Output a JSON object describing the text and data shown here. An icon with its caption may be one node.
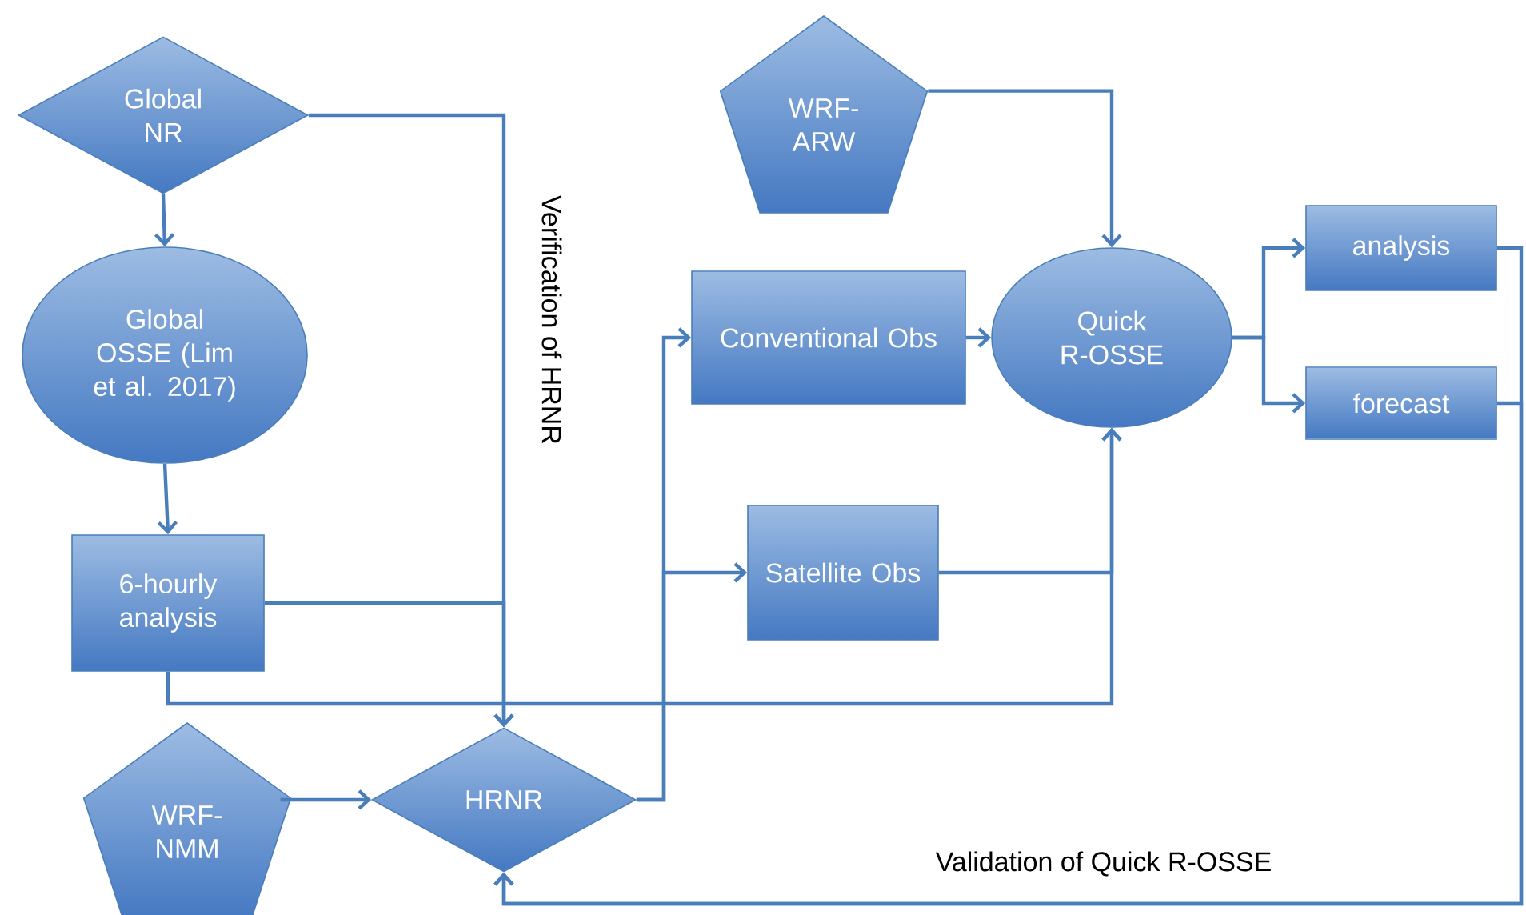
{
  "diagram": {
    "nodes": [
      {
        "text": [
          "Global NR"
        ]
      },
      {
        "text": [
          "Global OSSE (Lim et al. 2017)"
        ]
      },
      {
        "text": [
          "6-hourly analysis"
        ]
      },
      {
        "text": [
          "WRF-NMM"
        ]
      },
      {
        "text": [
          "HRNR"
        ]
      },
      {
        "text": [
          "WRF-ARW"
        ]
      },
      {
        "text": [
          "Conventional Obs"
        ]
      },
      {
        "text": [
          "Satellite Obs"
        ]
      },
      {
        "text": [
          "Quick R-OSSE"
        ]
      },
      {
        "text": [
          "analysis"
        ]
      },
      {
        "text": [
          "forecast"
        ]
      }
    ],
    "edges": [
      {
        "from": 0,
        "to": 1,
        "arrow": "to"
      },
      {
        "from": 1,
        "to": 2,
        "arrow": "to"
      },
      {
        "from": 0,
        "to": 4,
        "arrow": "to",
        "label": "Verification of HRNR"
      },
      {
        "from": 2,
        "to": 4,
        "arrow": "to"
      },
      {
        "from": 2,
        "to": 8,
        "arrow": "to"
      },
      {
        "from": 3,
        "to": 4,
        "arrow": "to"
      },
      {
        "from": 4,
        "to": 6,
        "arrow": "to"
      },
      {
        "from": 4,
        "to": 7,
        "arrow": "to"
      },
      {
        "from": 5,
        "to": 8,
        "arrow": "to"
      },
      {
        "from": 6,
        "to": 8,
        "arrow": "to"
      },
      {
        "from": 7,
        "to": 8,
        "arrow": "to"
      },
      {
        "from": 8,
        "to": 9,
        "arrow": "to"
      },
      {
        "from": 8,
        "to": 10,
        "arrow": "to"
      },
      {
        "from": 9,
        "to": 4,
        "arrow": "to"
      },
      {
        "from": 10,
        "to": 4,
        "arrow": "to",
        "label": "Validation of Quick R-OSSE"
      }
    ]
  }
}
